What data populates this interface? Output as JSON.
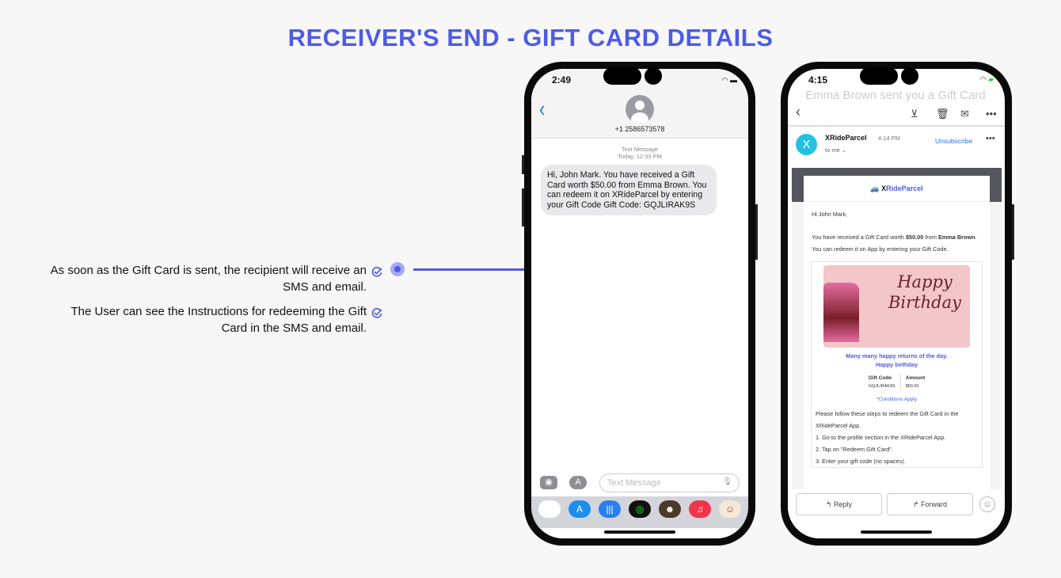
{
  "title": "RECEIVER'S END - GIFT CARD DETAILS",
  "features": [
    {
      "line1": "As soon as the Gift Card is sent, the recipient will receive an",
      "line2": "SMS and email."
    },
    {
      "line1": "The User can see the Instructions for redeeming the Gift",
      "line2": "Card in the SMS and email."
    }
  ],
  "sms": {
    "time": "2:49",
    "phone_number": "+1 2586573578",
    "meta_label": "Text Message",
    "meta_time": "Today, 12:33 PM",
    "message": "Hi, John Mark. You have received a Gift Card worth $50.00 from Emma Brown. You can redeem it on XRideParcel by entering your Gift Code Gift Code: GQJLIRAK9S",
    "input_placeholder": "Text Message"
  },
  "email": {
    "time": "4:15",
    "subject": "Emma Brown sent you a Gift Card",
    "sender": "XRideParcel",
    "sender_initial": "X",
    "sent_time": "4:14 PM",
    "to": "to me ⌄",
    "unsubscribe": "Unsubscribe",
    "brand_x": "X",
    "brand_rest": "RideParcel",
    "greeting": "Hi John Mark,",
    "body1_pre": "You have received a Gift Card worth ",
    "amount": "$50.00",
    "body1_mid": " from ",
    "from": "Emma Brown",
    "body1_end": ".",
    "body2": "You can redeem it on App by entering your Gift Code.",
    "image_text_1": "Happy",
    "image_text_2": "Birthday",
    "wish1": "Many many happy returns of the day.",
    "wish2": "Happy birthday",
    "gift_code_label": "Gift Code",
    "gift_code": "GQJLIRAK9S",
    "amount_label": "Amount",
    "amount_value": "$50.00",
    "conditions": "*Conditions Apply",
    "steps_intro": "Please follow these steps to redeem the Gift Card in the XRideParcel App.",
    "steps": [
      "1. Go to the profile section in the XRideParcel App.",
      "2. Tap on \"Redeem Gift Card\".",
      "3. Enter your gift code (no spaces)."
    ],
    "reply": "Reply",
    "forward": "Forward"
  },
  "colors": {
    "accent": "#4d5be6",
    "sms_blue": "#1a7cf5",
    "avatar": "#25c1e2"
  }
}
